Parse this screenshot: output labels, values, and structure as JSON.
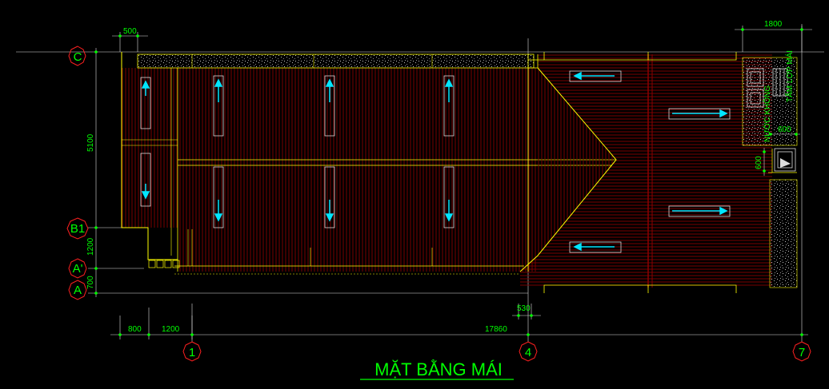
{
  "drawing": {
    "title": "MẶT BẰNG MÁI",
    "grid_rows": {
      "c": "C",
      "b1": "B1",
      "a_prime": "A'",
      "a": "A"
    },
    "grid_cols": {
      "col1": "1",
      "col4": "4",
      "col7": "7"
    },
    "dimensions": {
      "top_500": "500",
      "top_1800": "1800",
      "left_5100": "5100",
      "left_1200": "1200",
      "left_700": "700",
      "bottom_800": "800",
      "bottom_1200": "1200",
      "bottom_17860": "17860",
      "bottom_530": "530",
      "mid_600_h": "600",
      "mid_600_v": "600"
    },
    "annotations": {
      "note_left": "NƯỚC KHÔNG",
      "note_right": "TẤM LỢP MÁI"
    },
    "colors": {
      "background": "#000000",
      "text": "#00ff00",
      "grid_circle": "#ff2020",
      "outline": "#ffff00",
      "hatch": "#8b0000",
      "arrow": "#00ffff",
      "dim_line": "#ffffff"
    }
  }
}
